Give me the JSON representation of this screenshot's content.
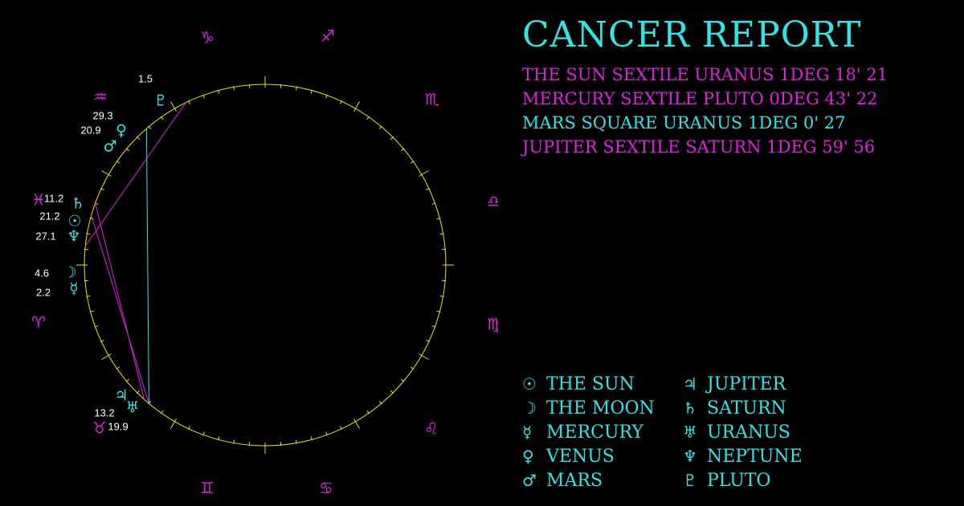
{
  "title": "CANCER REPORT",
  "colors": {
    "cyan": "#2fe6e6",
    "magenta": "#e020e0",
    "wheel": "#e6e600",
    "background": "#000000"
  },
  "aspects": [
    {
      "text": "THE SUN SEXTILE URANUS 1DEG 18' 21",
      "color": "#e020e0"
    },
    {
      "text": "MERCURY SEXTILE PLUTO 0DEG 43' 22",
      "color": "#e020e0"
    },
    {
      "text": "MARS SQUARE URANUS 1DEG 0' 27",
      "color": "#2fe6e6"
    },
    {
      "text": "JUPITER SEXTILE SATURN 1DEG 59' 56",
      "color": "#e020e0"
    }
  ],
  "legend": [
    {
      "glyph": "☉",
      "name": "THE SUN",
      "icon": "sun-icon"
    },
    {
      "glyph": "☽",
      "name": "THE MOON",
      "icon": "moon-icon"
    },
    {
      "glyph": "☿",
      "name": "MERCURY",
      "icon": "mercury-icon"
    },
    {
      "glyph": "♀",
      "name": "VENUS",
      "icon": "venus-icon"
    },
    {
      "glyph": "♂",
      "name": "MARS",
      "icon": "mars-icon"
    },
    {
      "glyph": "♃",
      "name": "JUPITER",
      "icon": "jupiter-icon"
    },
    {
      "glyph": "♄",
      "name": "SATURN",
      "icon": "saturn-icon"
    },
    {
      "glyph": "♅",
      "name": "URANUS",
      "icon": "uranus-icon"
    },
    {
      "glyph": "♆",
      "name": "NEPTUNE",
      "icon": "neptune-icon"
    },
    {
      "glyph": "♇",
      "name": "PLUTO",
      "icon": "pluto-icon"
    }
  ],
  "zodiac": [
    {
      "sign": "aries",
      "glyph": "♈"
    },
    {
      "sign": "taurus",
      "glyph": "♉"
    },
    {
      "sign": "gemini",
      "glyph": "♊"
    },
    {
      "sign": "cancer",
      "glyph": "♋"
    },
    {
      "sign": "leo",
      "glyph": "♌"
    },
    {
      "sign": "virgo",
      "glyph": "♍"
    },
    {
      "sign": "libra",
      "glyph": "♎"
    },
    {
      "sign": "scorpio",
      "glyph": "♏"
    },
    {
      "sign": "sagittarius",
      "glyph": "♐"
    },
    {
      "sign": "capricorn",
      "glyph": "♑"
    },
    {
      "sign": "aquarius",
      "glyph": "♒"
    },
    {
      "sign": "pisces",
      "glyph": "♓"
    }
  ],
  "planets": [
    {
      "id": "pluto",
      "glyph": "♇",
      "sign": "aquarius",
      "degree": "1.5"
    },
    {
      "id": "venus",
      "glyph": "♀",
      "sign": "capricorn",
      "degree": "29.3"
    },
    {
      "id": "mars",
      "glyph": "♂",
      "sign": "aquarius",
      "degree": "20.9"
    },
    {
      "id": "saturn",
      "glyph": "♄",
      "sign": "pisces",
      "degree": "11.2"
    },
    {
      "id": "sun",
      "glyph": "☉",
      "sign": "pisces",
      "degree": "21.2"
    },
    {
      "id": "neptune",
      "glyph": "♆",
      "sign": "pisces",
      "degree": "27.1"
    },
    {
      "id": "moon",
      "glyph": "☽",
      "sign": "aries",
      "degree": "4.6"
    },
    {
      "id": "mercury",
      "glyph": "☿",
      "sign": "aries",
      "degree": "2.2"
    },
    {
      "id": "jupiter",
      "glyph": "♃",
      "sign": "taurus",
      "degree": "13.2"
    },
    {
      "id": "uranus",
      "glyph": "♅",
      "sign": "taurus",
      "degree": "19.9"
    }
  ],
  "aspect_lines": [
    {
      "from": "sun",
      "to": "uranus",
      "color": "#e020e0"
    },
    {
      "from": "mercury",
      "to": "pluto",
      "color": "#e020e0"
    },
    {
      "from": "mars",
      "to": "uranus",
      "color": "#2fe6e6"
    },
    {
      "from": "jupiter",
      "to": "saturn",
      "color": "#e020e0"
    }
  ]
}
